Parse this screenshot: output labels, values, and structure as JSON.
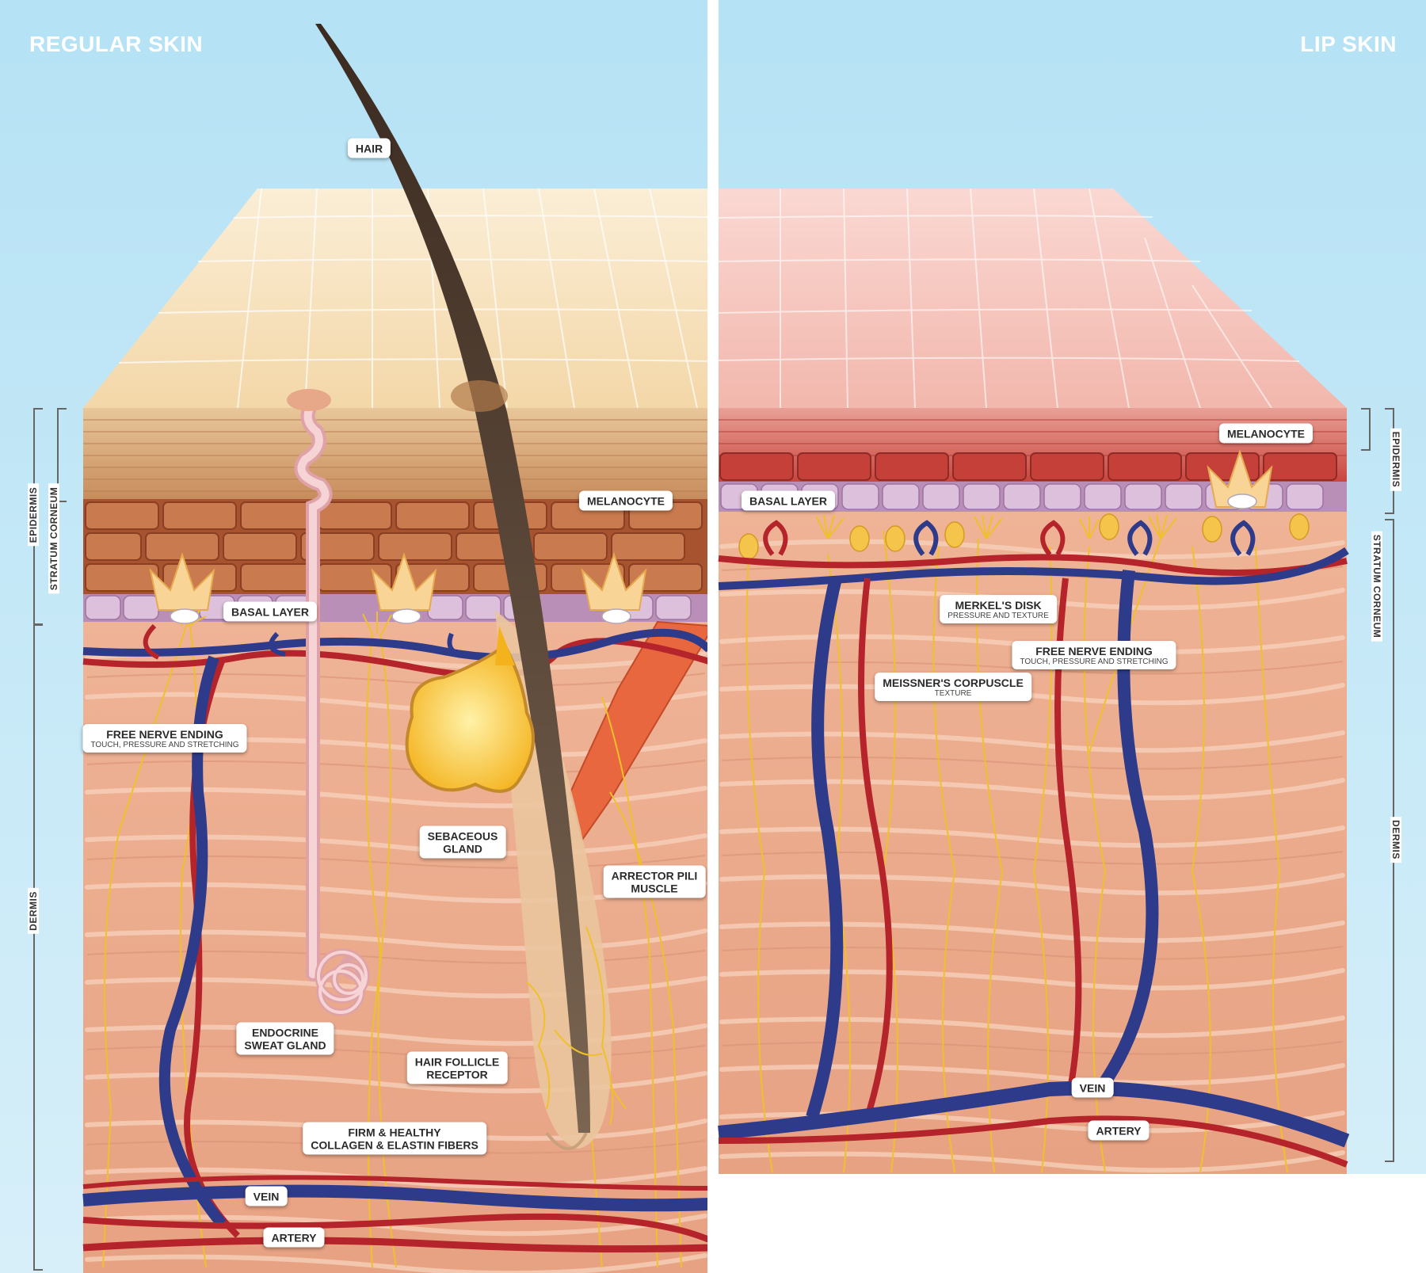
{
  "panels": {
    "regular": {
      "title": "REGULAR SKIN"
    },
    "lip": {
      "title": "LIP SKIN"
    }
  },
  "labels": {
    "regular": {
      "hair": "HAIR",
      "melanocyte": "MELANOCYTE",
      "basal_layer": "BASAL LAYER",
      "free_nerve_ending": {
        "title": "FREE NERVE ENDING",
        "sub": "TOUCH, PRESSURE AND STRETCHING"
      },
      "sebaceous_gland": {
        "line1": "SEBACEOUS",
        "line2": "GLAND"
      },
      "arrector_pili": {
        "line1": "ARRECTOR PILI",
        "line2": "MUSCLE"
      },
      "sweat_gland": {
        "line1": "ENDOCRINE",
        "line2": "SWEAT GLAND"
      },
      "hair_follicle_receptor": {
        "line1": "HAIR FOLLICLE",
        "line2": "RECEPTOR"
      },
      "collagen": {
        "line1": "FIRM & HEALTHY",
        "line2": "COLLAGEN & ELASTIN FIBERS"
      },
      "vein": "VEIN",
      "artery": "ARTERY"
    },
    "lip": {
      "melanocyte": "MELANOCYTE",
      "basal_layer": "BASAL LAYER",
      "merkels_disk": {
        "title": "MERKEL'S DISK",
        "sub": "PRESSURE AND TEXTURE"
      },
      "free_nerve_ending": {
        "title": "FREE NERVE ENDING",
        "sub": "TOUCH, PRESSURE AND STRETCHING"
      },
      "meissners_corpuscle": {
        "title": "MEISSNER'S CORPUSCLE",
        "sub": "TEXTURE"
      },
      "vein": "VEIN",
      "artery": "ARTERY"
    }
  },
  "side_labels": {
    "left": {
      "epidermis": "EPIDERMIS",
      "stratum_corneum": "STRATUM CORNEUM",
      "dermis": "DERMIS"
    },
    "right": {
      "epidermis": "EPIDERMIS",
      "stratum_corneum": "STRATUM CORNEUM",
      "dermis": "DERMIS"
    }
  },
  "colors": {
    "sky": "#b8e4f6",
    "regular_surface": "#fbe8c6",
    "lip_surface": "#f7c7c0",
    "dermis": "#ecab8e",
    "vein": "#2e3b8a",
    "artery": "#b4242a",
    "nerve": "#f0c02a",
    "basal_cell": "#c6a2cc",
    "hair": "#4a3528",
    "muscle": "#e8673f",
    "gland": "#f8c433"
  }
}
